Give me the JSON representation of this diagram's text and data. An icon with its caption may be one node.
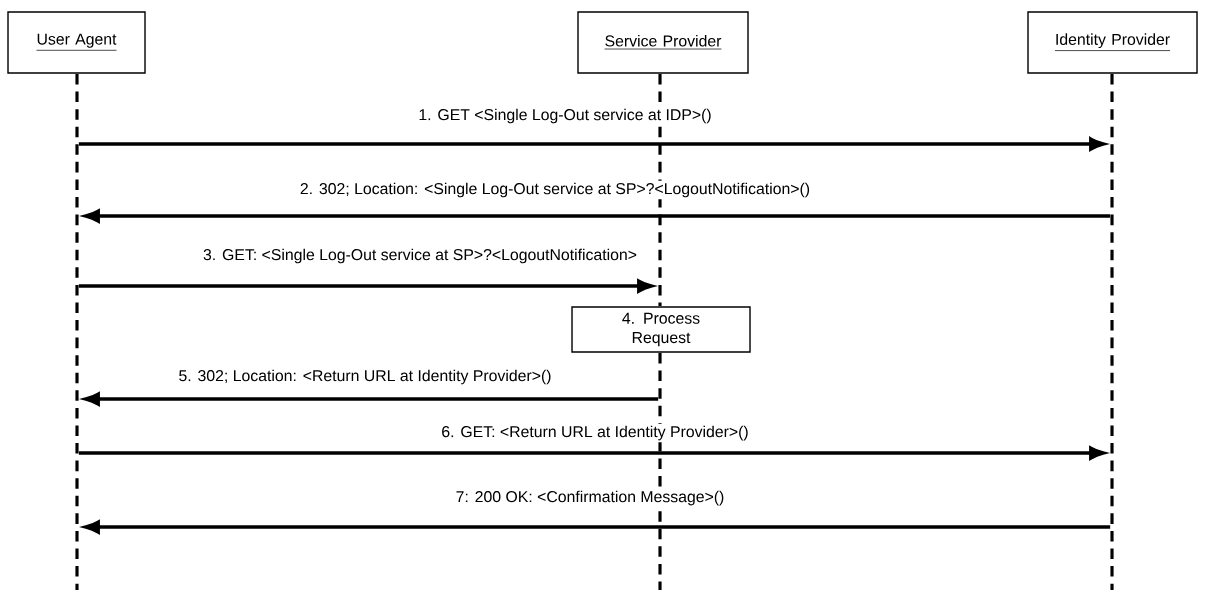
{
  "diagram": {
    "nodes": [
      {
        "text": [
          "User Agent"
        ]
      },
      {
        "text": [
          "Service Provider"
        ]
      },
      {
        "text": [
          "Identity Provider"
        ]
      },
      {
        "text": [],
        "shape": "line"
      },
      {
        "text": [],
        "shape": "line"
      },
      {
        "text": [
          "4. Process Request"
        ]
      },
      {
        "text": [],
        "shape": "line"
      },
      {
        "text": [],
        "shape": "line"
      }
    ],
    "edges": [
      {
        "from": 3,
        "to": 7,
        "arrow": "to",
        "label": "1. GET <Single Log-Out service at IDP>()"
      },
      {
        "from": 7,
        "to": 3,
        "arrow": "to",
        "label": "2. 302; Location: <Single Log-Out service at SP>?<LogoutNotification>()"
      },
      {
        "from": 3,
        "to": 4,
        "arrow": "to",
        "label": "3. GET: <Single Log-Out service at SP>?<LogoutNotification>"
      },
      {
        "from": 6,
        "to": 3,
        "arrow": "to",
        "label": "5. 302; Location: <Return URL at Identity Provider>()"
      },
      {
        "from": 3,
        "to": 7,
        "arrow": "to",
        "label": "6. GET: <Return URL at Identity Provider>()"
      },
      {
        "from": 7,
        "to": 3,
        "arrow": "to",
        "label": "7: 200 OK: <Confirmation Message>()"
      }
    ]
  }
}
